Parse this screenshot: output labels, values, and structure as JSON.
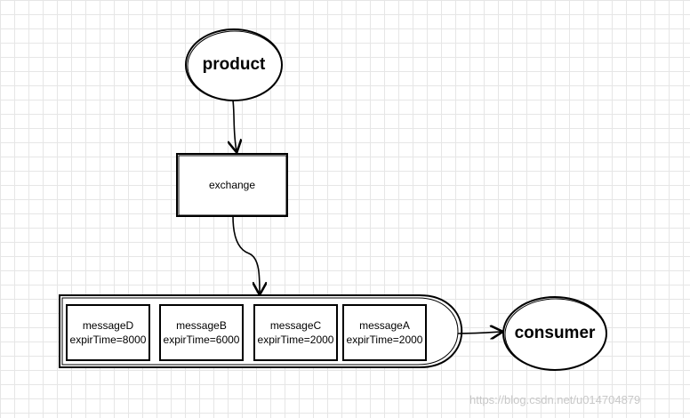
{
  "nodes": {
    "product": "product",
    "exchange": "exchange",
    "consumer": "consumer"
  },
  "queue": {
    "messages": [
      {
        "name": "messageD",
        "expire": "expirTime=8000"
      },
      {
        "name": "messageB",
        "expire": "expirTime=6000"
      },
      {
        "name": "messageC",
        "expire": "expirTime=2000"
      },
      {
        "name": "messageA",
        "expire": "expirTime=2000"
      }
    ]
  },
  "watermark": "https://blog.csdn.net/u014704879"
}
